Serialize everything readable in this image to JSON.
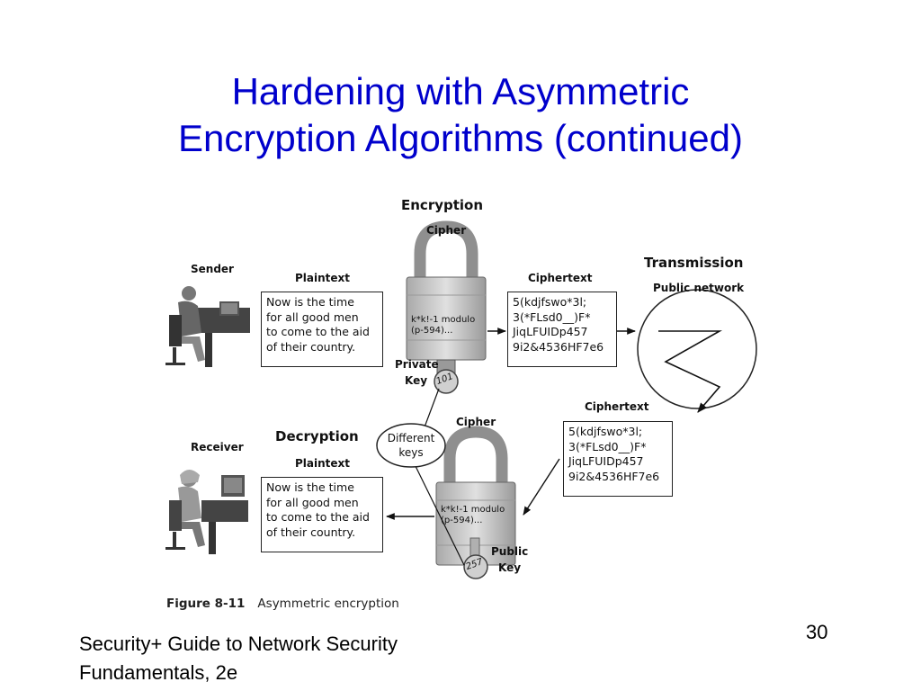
{
  "title": {
    "line1": "Hardening with Asymmetric",
    "line2": "Encryption Algorithms (continued)"
  },
  "diagram": {
    "encryption_label": "Encryption",
    "cipher_top_label": "Cipher",
    "sender_label": "Sender",
    "plaintext_top_label": "Plaintext",
    "plaintext_top_lines": [
      "Now is the time",
      "for all good men",
      "to come to the aid",
      "of their country."
    ],
    "cipher_top_text": [
      "k*k!-1 modulo",
      "(p-594)..."
    ],
    "ciphertext_top_label": "Ciphertext",
    "ciphertext_top_lines": [
      "5(kdjfswo*3l;",
      "3(*FLsd0__)F*",
      "JiqLFUIDp457",
      "9i2&4536HF7e6"
    ],
    "transmission_label": "Transmission",
    "public_network_label": "Public network",
    "private_key_label_1": "Private",
    "private_key_label_2": "Key",
    "private_key_number": "101",
    "different_keys_1": "Different",
    "different_keys_2": "keys",
    "ciphertext_bottom_label": "Ciphertext",
    "ciphertext_bottom_lines": [
      "5(kdjfswo*3l;",
      "3(*FLsd0__)F*",
      "JiqLFUIDp457",
      "9i2&4536HF7e6"
    ],
    "cipher_bottom_label": "Cipher",
    "decryption_label": "Decryption",
    "receiver_label": "Receiver",
    "plaintext_bottom_label": "Plaintext",
    "plaintext_bottom_lines": [
      "Now is the time",
      "for all good men",
      "to come to the aid",
      "of their country."
    ],
    "cipher_bottom_text": [
      "k*k!-1 modulo",
      "(p-594)..."
    ],
    "public_key_label_1": "Public",
    "public_key_label_2": "Key",
    "public_key_number": "257",
    "figure_number": "Figure 8-11",
    "figure_caption": "Asymmetric encryption"
  },
  "footer": {
    "line1": "Security+ Guide to Network Security",
    "line2": "Fundamentals, 2e"
  },
  "page_number": "30",
  "colors": {
    "title": "#0000cc",
    "lock_body": "#bdbdbd",
    "lock_shackle": "#8f8f8f"
  }
}
